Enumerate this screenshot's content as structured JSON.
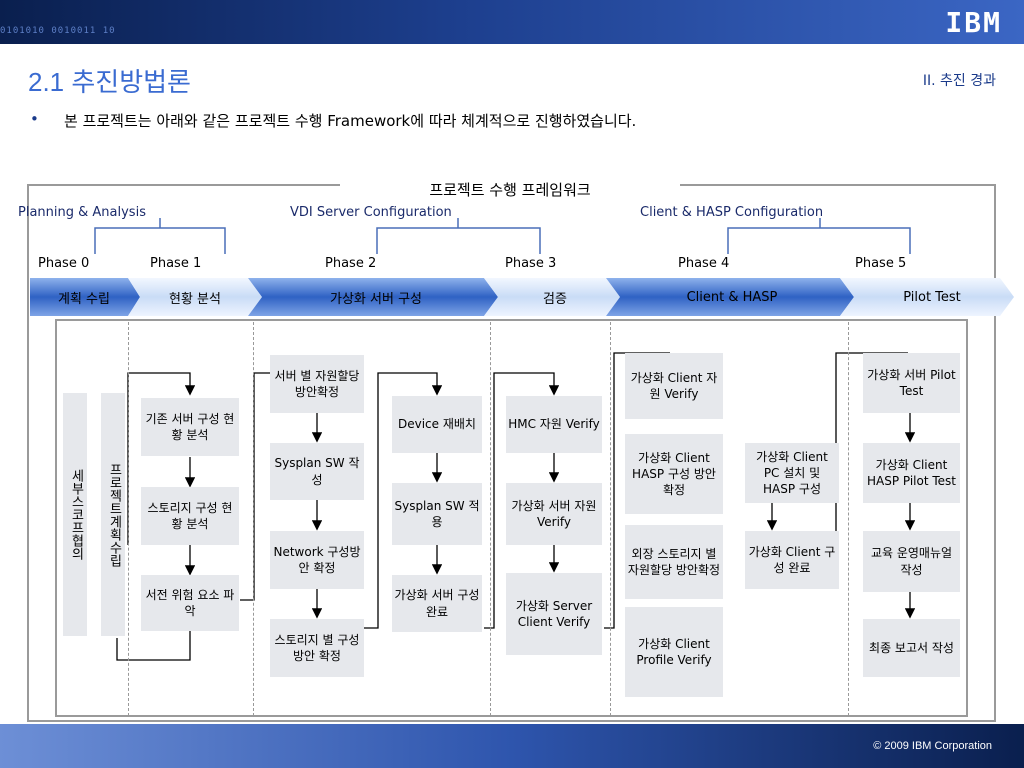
{
  "header": {
    "logo": "IBM",
    "binary": "0101010 0010011 10"
  },
  "title": "2.1 추진방법론",
  "section": "II. 추진 경과",
  "bullet": "본 프로젝트는 아래와 같은 프로젝트 수행 Framework에 따라 체계적으로 진행하였습니다.",
  "framework": {
    "title": "프로젝트 수행 프레임워크",
    "labels": [
      "Planning & Analysis",
      "VDI Server Configuration",
      "Client & HASP Configuration"
    ],
    "phases": [
      "Phase 0",
      "Phase 1",
      "Phase 2",
      "Phase 3",
      "Phase 4",
      "Phase 5"
    ],
    "arrows": [
      "계획 수립",
      "현황 분석",
      "가상화 서버 구성",
      "검증",
      "Client & HASP",
      "Pilot Test"
    ],
    "left_vertical": "세부스코프협의",
    "left_vertical2": "프로젝트계획수립",
    "boxes": {
      "b1": "기존 서버 구성 현황 분석",
      "b2": "스토리지 구성 현황 분석",
      "b3": "서전 위험 요소 파악",
      "b4": "서버 별 자원할당 방안확정",
      "b5": "Sysplan SW 작성",
      "b6": "Network 구성방안 확정",
      "b7": "스토리지 별 구성방안 확정",
      "b8": "Device 재배치",
      "b9": "Sysplan SW 적용",
      "b10": "가상화 서버 구성 완료",
      "b11": "HMC 자원 Verify",
      "b12": "가상화 서버 자원 Verify",
      "b13": "가상화 Server Client Verify",
      "b14": "가상화 Client 자원 Verify",
      "b15": "가상화 Client HASP 구성 방안확정",
      "b16": "외장 스토리지 별 자원할당 방안확정",
      "b17": "가상화 Client Profile Verify",
      "b18": "가상화 Client PC 설치 및 HASP 구성",
      "b19": "가상화 Client 구성 완료",
      "b20": "가상화 서버 Pilot Test",
      "b21": "가상화 Client HASP Pilot Test",
      "b22": "교육 운영매뉴얼 작성",
      "b23": "최종 보고서 작성"
    }
  },
  "footer": {
    "copyright": "© 2009 IBM Corporation"
  },
  "colors": {
    "accent": "#3a6bd1",
    "arrow_dark": "#2d5fbf",
    "arrow_light": "#cfe0f7"
  }
}
